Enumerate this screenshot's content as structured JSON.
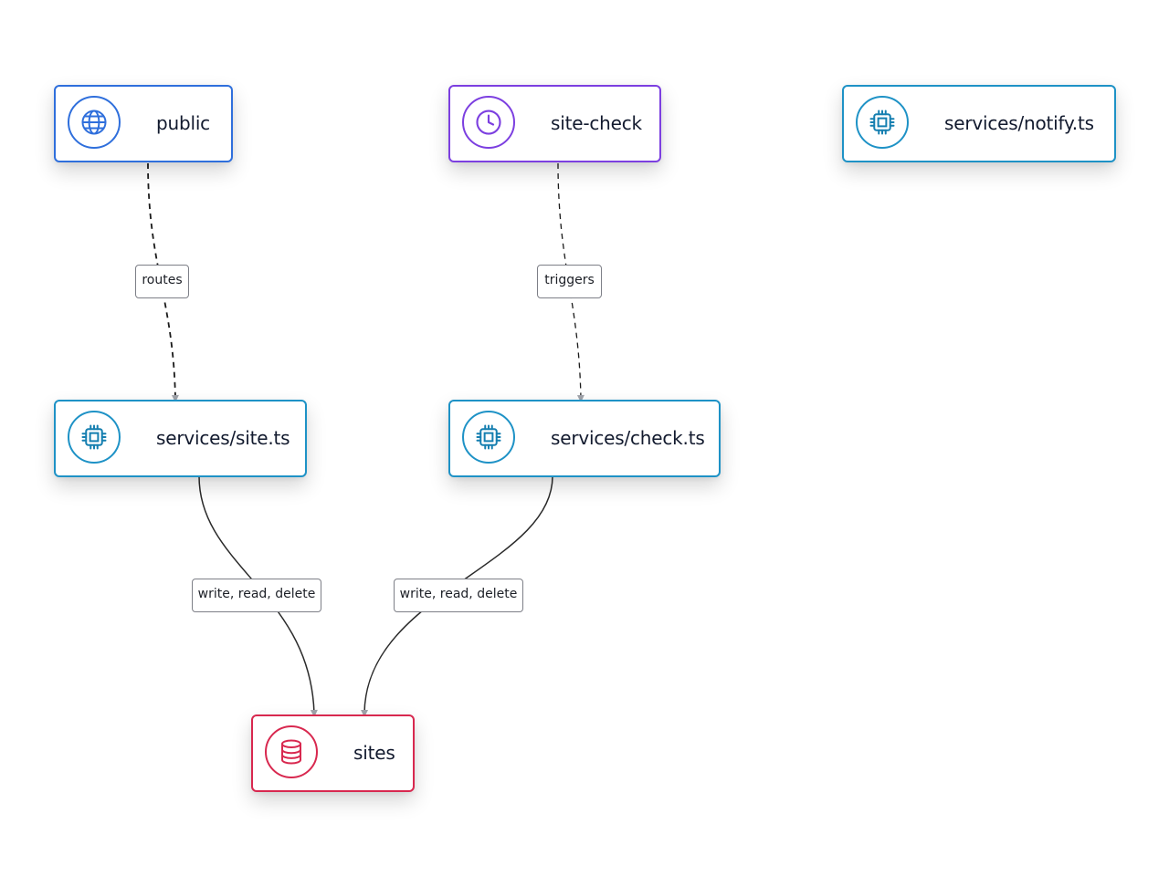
{
  "nodes": {
    "public": {
      "label": "public",
      "icon": "globe-icon",
      "color": "#2f6fdc"
    },
    "site_check": {
      "label": "site-check",
      "icon": "clock-icon",
      "color": "#7c3fe0"
    },
    "notify": {
      "label": "services/notify.ts",
      "icon": "chip-icon",
      "color": "#1e92c6"
    },
    "site_service": {
      "label": "services/site.ts",
      "icon": "chip-icon",
      "color": "#1e92c6"
    },
    "check_service": {
      "label": "services/check.ts",
      "icon": "chip-icon",
      "color": "#1e92c6"
    },
    "sites": {
      "label": "sites",
      "icon": "database-icon",
      "color": "#d8284f"
    }
  },
  "edges": {
    "routes": {
      "from": "public",
      "to": "services/site.ts",
      "label": "routes",
      "style": "dashed"
    },
    "triggers": {
      "from": "site-check",
      "to": "services/check.ts",
      "label": "triggers",
      "style": "dashed"
    },
    "site_to_sites": {
      "from": "services/site.ts",
      "to": "sites",
      "label": "write, read, delete",
      "style": "solid"
    },
    "check_to_sites": {
      "from": "services/check.ts",
      "to": "sites",
      "label": "write, read, delete",
      "style": "solid"
    }
  }
}
